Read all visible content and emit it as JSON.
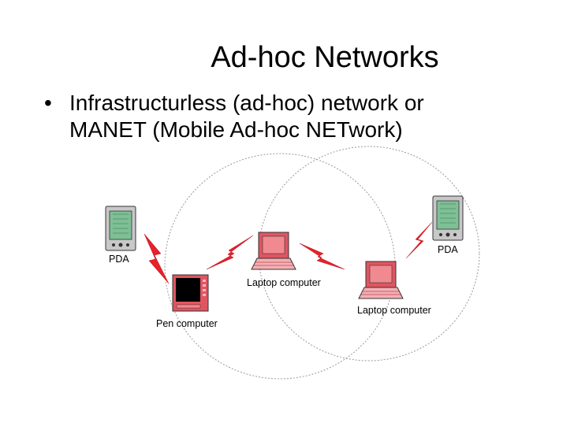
{
  "slide": {
    "title": "Ad-hoc Networks",
    "bullet_symbol": "•",
    "bullet_lines": [
      "Infrastructurless (ad-hoc) network or",
      "MANET (Mobile Ad-hoc NETwork)"
    ]
  },
  "diagram": {
    "devices": [
      {
        "id": "pda-left",
        "label": "PDA",
        "type": "pda"
      },
      {
        "id": "pen-computer",
        "label": "Pen computer",
        "type": "pen"
      },
      {
        "id": "laptop-center",
        "label": "Laptop computer",
        "type": "laptop"
      },
      {
        "id": "laptop-right",
        "label": "Laptop computer",
        "type": "laptop"
      },
      {
        "id": "pda-right",
        "label": "PDA",
        "type": "pda"
      }
    ],
    "colors": {
      "device_screen": "#f08a90",
      "device_body": "#e05561",
      "pda_screen": "#7fbf96",
      "pda_body": "#c8c8c8",
      "wireless_bolt": "#e8202a",
      "range_circle": "#999999"
    }
  }
}
